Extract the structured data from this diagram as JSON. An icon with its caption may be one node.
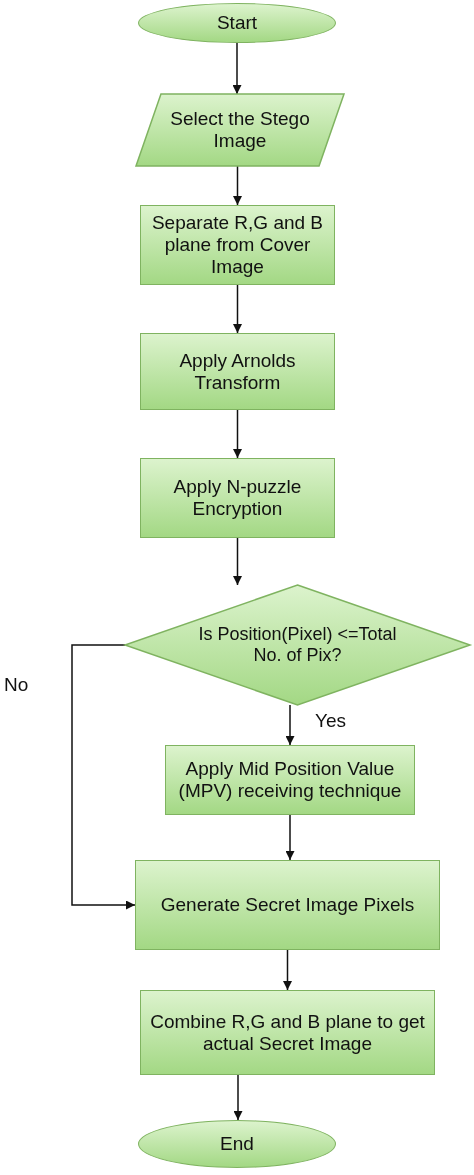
{
  "diagram": {
    "nodes": [
      {
        "text": [
          "Start"
        ]
      },
      {
        "text": [
          "Select the Stego Image"
        ]
      },
      {
        "text": [
          "Separate R,G and B plane from Cover Image"
        ]
      },
      {
        "text": [
          "Apply Arnolds Transform"
        ]
      },
      {
        "text": [
          "Apply N-puzzle Encryption"
        ]
      },
      {
        "text": [
          "Is Position(Pixel) <=Total No. of Pix?"
        ]
      },
      {
        "text": [
          "Apply Mid Position Value (MPV) receiving technique"
        ]
      },
      {
        "text": [
          "Generate Secret Image Pixels"
        ]
      },
      {
        "text": [
          "Combine R,G and B plane to get actual Secret Image"
        ]
      },
      {
        "text": [
          "End"
        ]
      }
    ],
    "edges": [
      {
        "from": 0,
        "to": 1,
        "arrow": "to"
      },
      {
        "from": 1,
        "to": 2,
        "arrow": "to"
      },
      {
        "from": 2,
        "to": 3,
        "arrow": "to"
      },
      {
        "from": 3,
        "to": 4,
        "arrow": "to"
      },
      {
        "from": 4,
        "to": 5,
        "arrow": "to"
      },
      {
        "from": 5,
        "to": 6,
        "arrow": "to",
        "label": "Yes"
      },
      {
        "from": 5,
        "to": 7,
        "arrow": "to",
        "label": "No"
      },
      {
        "from": 6,
        "to": 7,
        "arrow": "to"
      },
      {
        "from": 7,
        "to": 8,
        "arrow": "to"
      },
      {
        "from": 8,
        "to": 9,
        "arrow": "to"
      }
    ]
  }
}
